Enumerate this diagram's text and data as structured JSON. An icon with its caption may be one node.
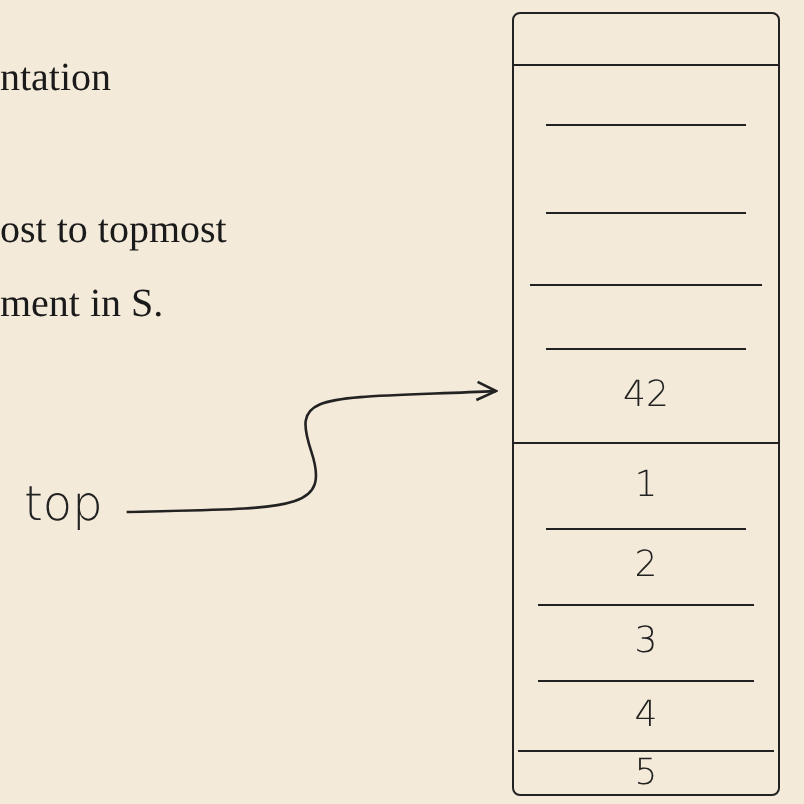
{
  "diagram": {
    "nodes": [
      {
        "text": [
          "top"
        ]
      },
      {
        "text": [],
        "shape": "box"
      },
      {
        "text": [],
        "shape": "box",
        "in": 1
      },
      {
        "text": [],
        "shape": "box",
        "in": 1
      },
      {
        "text": [],
        "shape": "box",
        "in": 1
      },
      {
        "text": [],
        "shape": "box",
        "in": 1
      },
      {
        "text": [],
        "shape": "box",
        "in": 1
      },
      {
        "text": [
          "42"
        ],
        "in": 1
      },
      {
        "text": [
          "1"
        ],
        "in": 1
      },
      {
        "text": [
          "2"
        ],
        "in": 1
      },
      {
        "text": [
          "3"
        ],
        "in": 1
      },
      {
        "text": [
          "4"
        ],
        "in": 1
      },
      {
        "text": [
          "5"
        ],
        "in": 1
      }
    ],
    "edges": [
      {
        "from": 0,
        "to": 7,
        "arrow": "to"
      }
    ],
    "labels": [
      "ntation",
      "ost to topmost",
      "ment in S."
    ]
  }
}
